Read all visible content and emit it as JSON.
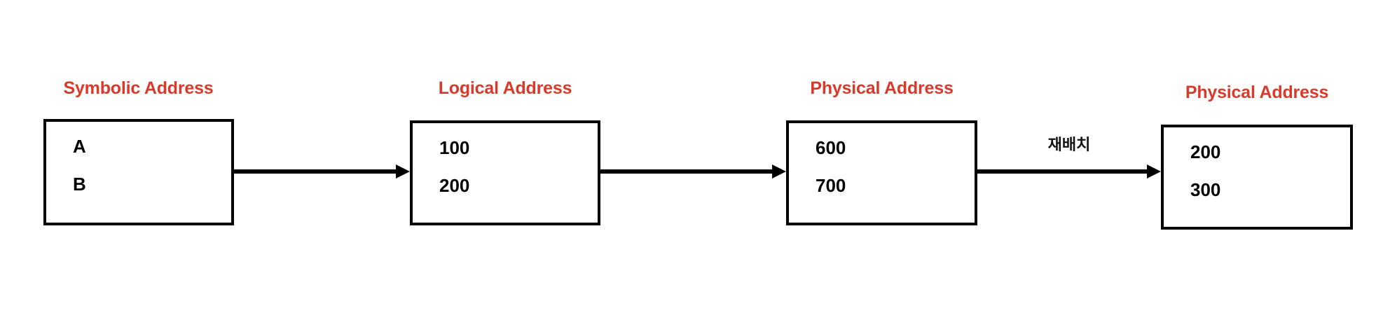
{
  "diagram": {
    "title_color": "#D93A2B",
    "line_color": "#000000",
    "stages": [
      {
        "label": "Symbolic Address",
        "entries": [
          "A",
          "B"
        ]
      },
      {
        "label": "Logical Address",
        "entries": [
          "100",
          "200"
        ]
      },
      {
        "label": "Physical Address",
        "entries": [
          "600",
          "700"
        ]
      },
      {
        "label": "Physical Address",
        "entries": [
          "200",
          "300"
        ]
      }
    ],
    "edges": [
      {
        "label": ""
      },
      {
        "label": ""
      },
      {
        "label": "재배치"
      }
    ]
  }
}
